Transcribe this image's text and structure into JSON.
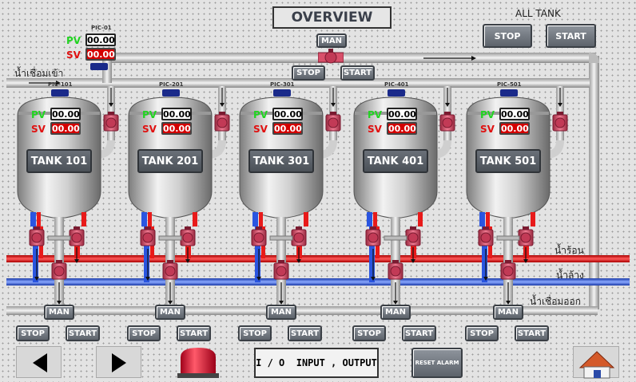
{
  "header": {
    "title": "OVERVIEW"
  },
  "all_tank": {
    "label": "ALL TANK",
    "stop": "STOP",
    "start": "START"
  },
  "main_controller": {
    "tag": "PIC-01",
    "pv_label": "PV",
    "sv_label": "SV",
    "pv": "00.00",
    "sv": "00.00",
    "mode": "MAN",
    "stop": "STOP",
    "start": "START"
  },
  "lines": {
    "syrup_in": "น้ำเชื่อมเข้า",
    "hot_water": "น้ำร้อน",
    "wash_water": "น้ำล้าง",
    "syrup_out": "น้ำเชื่อมออก"
  },
  "tanks": [
    {
      "name": "TANK 101",
      "tag": "PIC-101",
      "pv": "00.00",
      "sv": "00.00",
      "mode": "MAN",
      "stop": "STOP",
      "start": "START"
    },
    {
      "name": "TANK 201",
      "tag": "PIC-201",
      "pv": "00.00",
      "sv": "00.00",
      "mode": "MAN",
      "stop": "STOP",
      "start": "START"
    },
    {
      "name": "TANK 301",
      "tag": "PIC-301",
      "pv": "00.00",
      "sv": "00.00",
      "mode": "MAN",
      "stop": "STOP",
      "start": "START"
    },
    {
      "name": "TANK 401",
      "tag": "PIC-401",
      "pv": "00.00",
      "sv": "00.00",
      "mode": "MAN",
      "stop": "STOP",
      "start": "START"
    },
    {
      "name": "TANK 501",
      "tag": "PIC-501",
      "pv": "00.00",
      "sv": "00.00",
      "mode": "MAN",
      "stop": "STOP",
      "start": "START"
    }
  ],
  "tank_labels": {
    "pv": "PV",
    "sv": "SV"
  },
  "footer": {
    "io_label": "I / O  INPUT , OUTPUT",
    "reset_alarm": "RESET ALARM",
    "prev_icon": "left-arrow-icon",
    "next_icon": "right-arrow-icon",
    "alarm_icon": "alarm-light-icon",
    "home_icon": "home-icon"
  },
  "colors": {
    "hot_water": "#e81a1a",
    "wash_water": "#2a55e0",
    "pipe": "#cfcfcf",
    "valve": "#d8506a",
    "alarm": "#e8102a"
  }
}
